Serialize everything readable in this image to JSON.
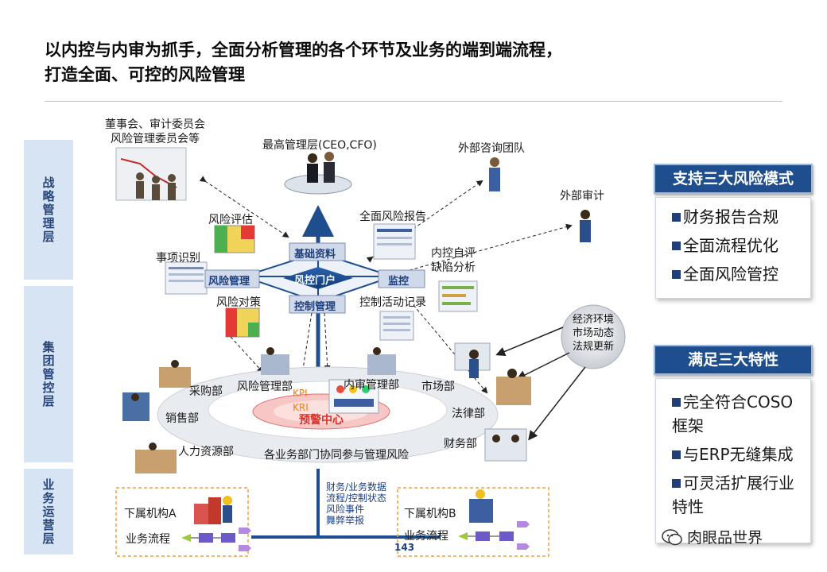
{
  "title": {
    "line1": "以内控与内审为抓手，全面分析管理的各个环节及业务的端到端流程，",
    "line2": "打造全面、可控的风险管理"
  },
  "bands": [
    {
      "label": "战略管理层"
    },
    {
      "label": "集团管控层"
    },
    {
      "label": "业务运营层"
    }
  ],
  "top": {
    "board_line1": "董事会、审计委员会",
    "board_line2": "风险管理委员会等",
    "executive": "最高管理层(CEO,CFO)",
    "consulting": "外部咨询团队",
    "external_audit": "外部审计"
  },
  "diamond": {
    "center": "风控门户",
    "top": "基础资料",
    "left": "风险管理",
    "right": "监控",
    "bottom": "控制管理"
  },
  "nodes": {
    "risk_assessment": "风险评估",
    "event_identification": "事项识别",
    "risk_response": "风险对策",
    "full_risk_report": "全面风险报告",
    "self_eval_line1": "内控自评",
    "self_eval_line2": "缺陷分析",
    "control_activity": "控制活动记录"
  },
  "environment": {
    "line1": "经济环境",
    "line2": "市场动态",
    "line3": "法规更新"
  },
  "ring": {
    "purchasing": "采购部",
    "risk_mgmt": "风险管理部",
    "internal_audit": "内审管理部",
    "market": "市场部",
    "sales": "销售部",
    "legal": "法律部",
    "hr": "人力资源部",
    "finance": "财务部",
    "kpi": "KPI",
    "kri": "KRI",
    "warning_center": "预警中心",
    "footer": "各业务部门协同参与管理风险"
  },
  "data_flow": {
    "line1": "财务/业务数据",
    "line2": "流程/控制状态",
    "line3": "风险事件",
    "line4": "舞弊举报"
  },
  "subsidiaries": [
    {
      "name": "下属机构A",
      "process": "业务流程"
    },
    {
      "name": "下属机构B",
      "process": "业务流程"
    }
  ],
  "page_number": "143",
  "panel1": {
    "title": "支持三大风险模式",
    "items": [
      "财务报告合规",
      "全面流程优化",
      "全面风险管控"
    ]
  },
  "panel2": {
    "title": "满足三大特性",
    "items": [
      "完全符合COSO框架",
      "与ERP无缝集成",
      "可灵活扩展行业特性"
    ]
  },
  "watermark": "肉眼品世界",
  "colors": {
    "navy": "#1f4e8f",
    "band": "#d6e4f4",
    "warning_red": "#d9302a",
    "kpi_orange": "#f07d1a"
  }
}
